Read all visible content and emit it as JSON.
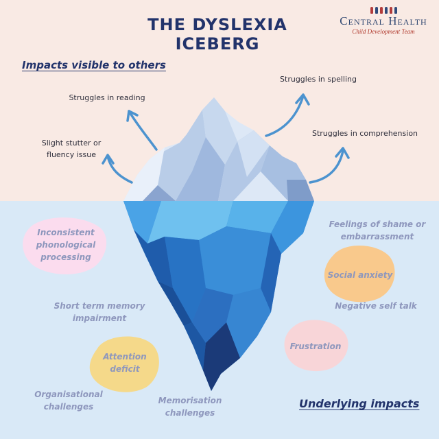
{
  "header": {
    "title": "The Dyslexia Iceberg",
    "brand_name": "Central Health",
    "brand_subtitle": "Child Development Team"
  },
  "visible_section": {
    "heading": "Impacts visible to others",
    "items": {
      "reading": "Struggles in reading",
      "stutter_line1": "Slight stutter or",
      "stutter_line2": "fluency issue",
      "spelling": "Struggles in spelling",
      "comprehension": "Struggles in comprehension"
    }
  },
  "underlying_section": {
    "heading": "Underlying impacts",
    "items": {
      "phonological_line1": "Inconsistent",
      "phonological_line2": "phonological",
      "phonological_line3": "processing",
      "memory_line1": "Short term memory",
      "memory_line2": "impairment",
      "attention_line1": "Attention",
      "attention_line2": "deficit",
      "organisational_line1": "Organisational",
      "organisational_line2": "challenges",
      "memorisation_line1": "Memorisation",
      "memorisation_line2": "challenges",
      "shame_line1": "Feelings of shame or",
      "shame_line2": "embarrassment",
      "social_anxiety": "Social anxiety",
      "negative_self_talk": "Negative self talk",
      "frustration": "Frustration"
    }
  },
  "colors": {
    "sky": "#f9eae4",
    "sea": "#d9e9f7",
    "title": "#22336b",
    "arrow": "#4c93cf",
    "underlying_text": "#8e97bd",
    "blob_pink": "#fbdcee",
    "blob_orange": "#f9c98c",
    "blob_yellow": "#f5d98a",
    "blob_salmon": "#f8d5d8"
  },
  "icons": [
    "iceberg-illustration",
    "curved-arrow-icon",
    "central-health-figures-logo"
  ]
}
